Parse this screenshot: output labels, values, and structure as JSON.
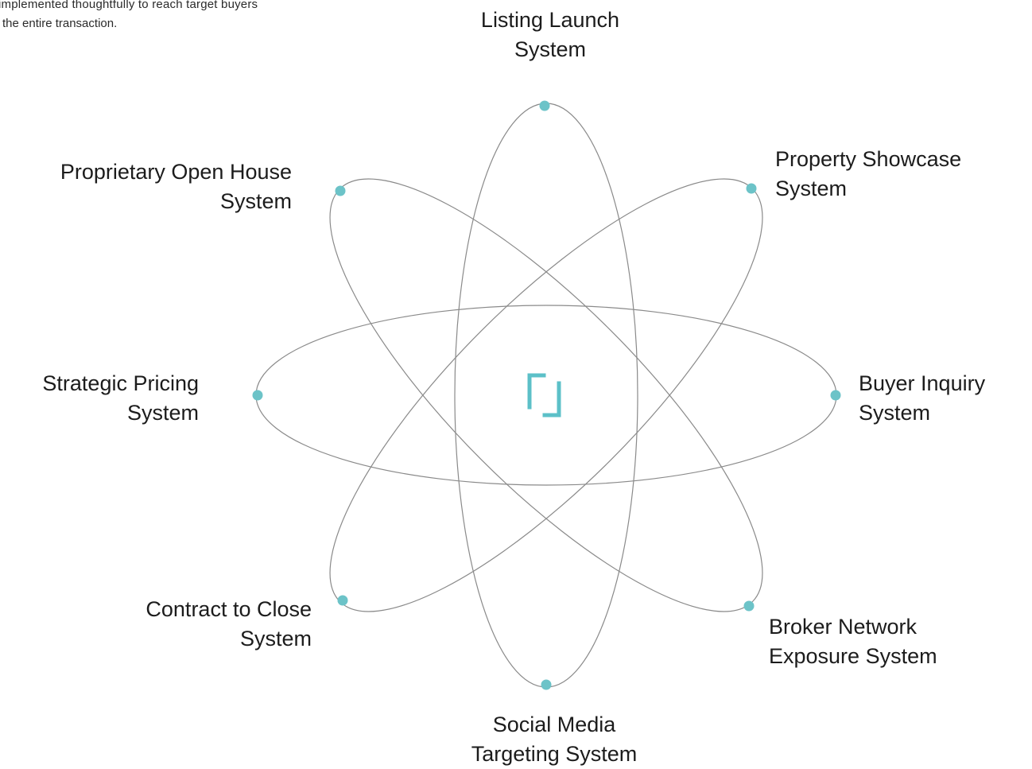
{
  "intro": {
    "line1": "implemented thoughtfully to reach target buyers",
    "line2": "the entire transaction."
  },
  "diagram": {
    "orbit_color": "#8a8a8a",
    "node_color": "#6cc3c8",
    "logo_color": "#5cc0c8",
    "center_icon": "bracket-logo-icon",
    "systems": [
      {
        "line1": "Listing Launch",
        "line2": "System"
      },
      {
        "line1": "Property Showcase",
        "line2": "System"
      },
      {
        "line1": "Buyer Inquiry",
        "line2": "System"
      },
      {
        "line1": "Broker Network",
        "line2": "Exposure System"
      },
      {
        "line1": "Social Media",
        "line2": "Targeting System"
      },
      {
        "line1": "Contract to Close",
        "line2": "System"
      },
      {
        "line1": "Strategic Pricing",
        "line2": "System"
      },
      {
        "line1": "Proprietary Open House",
        "line2": "System"
      }
    ]
  }
}
